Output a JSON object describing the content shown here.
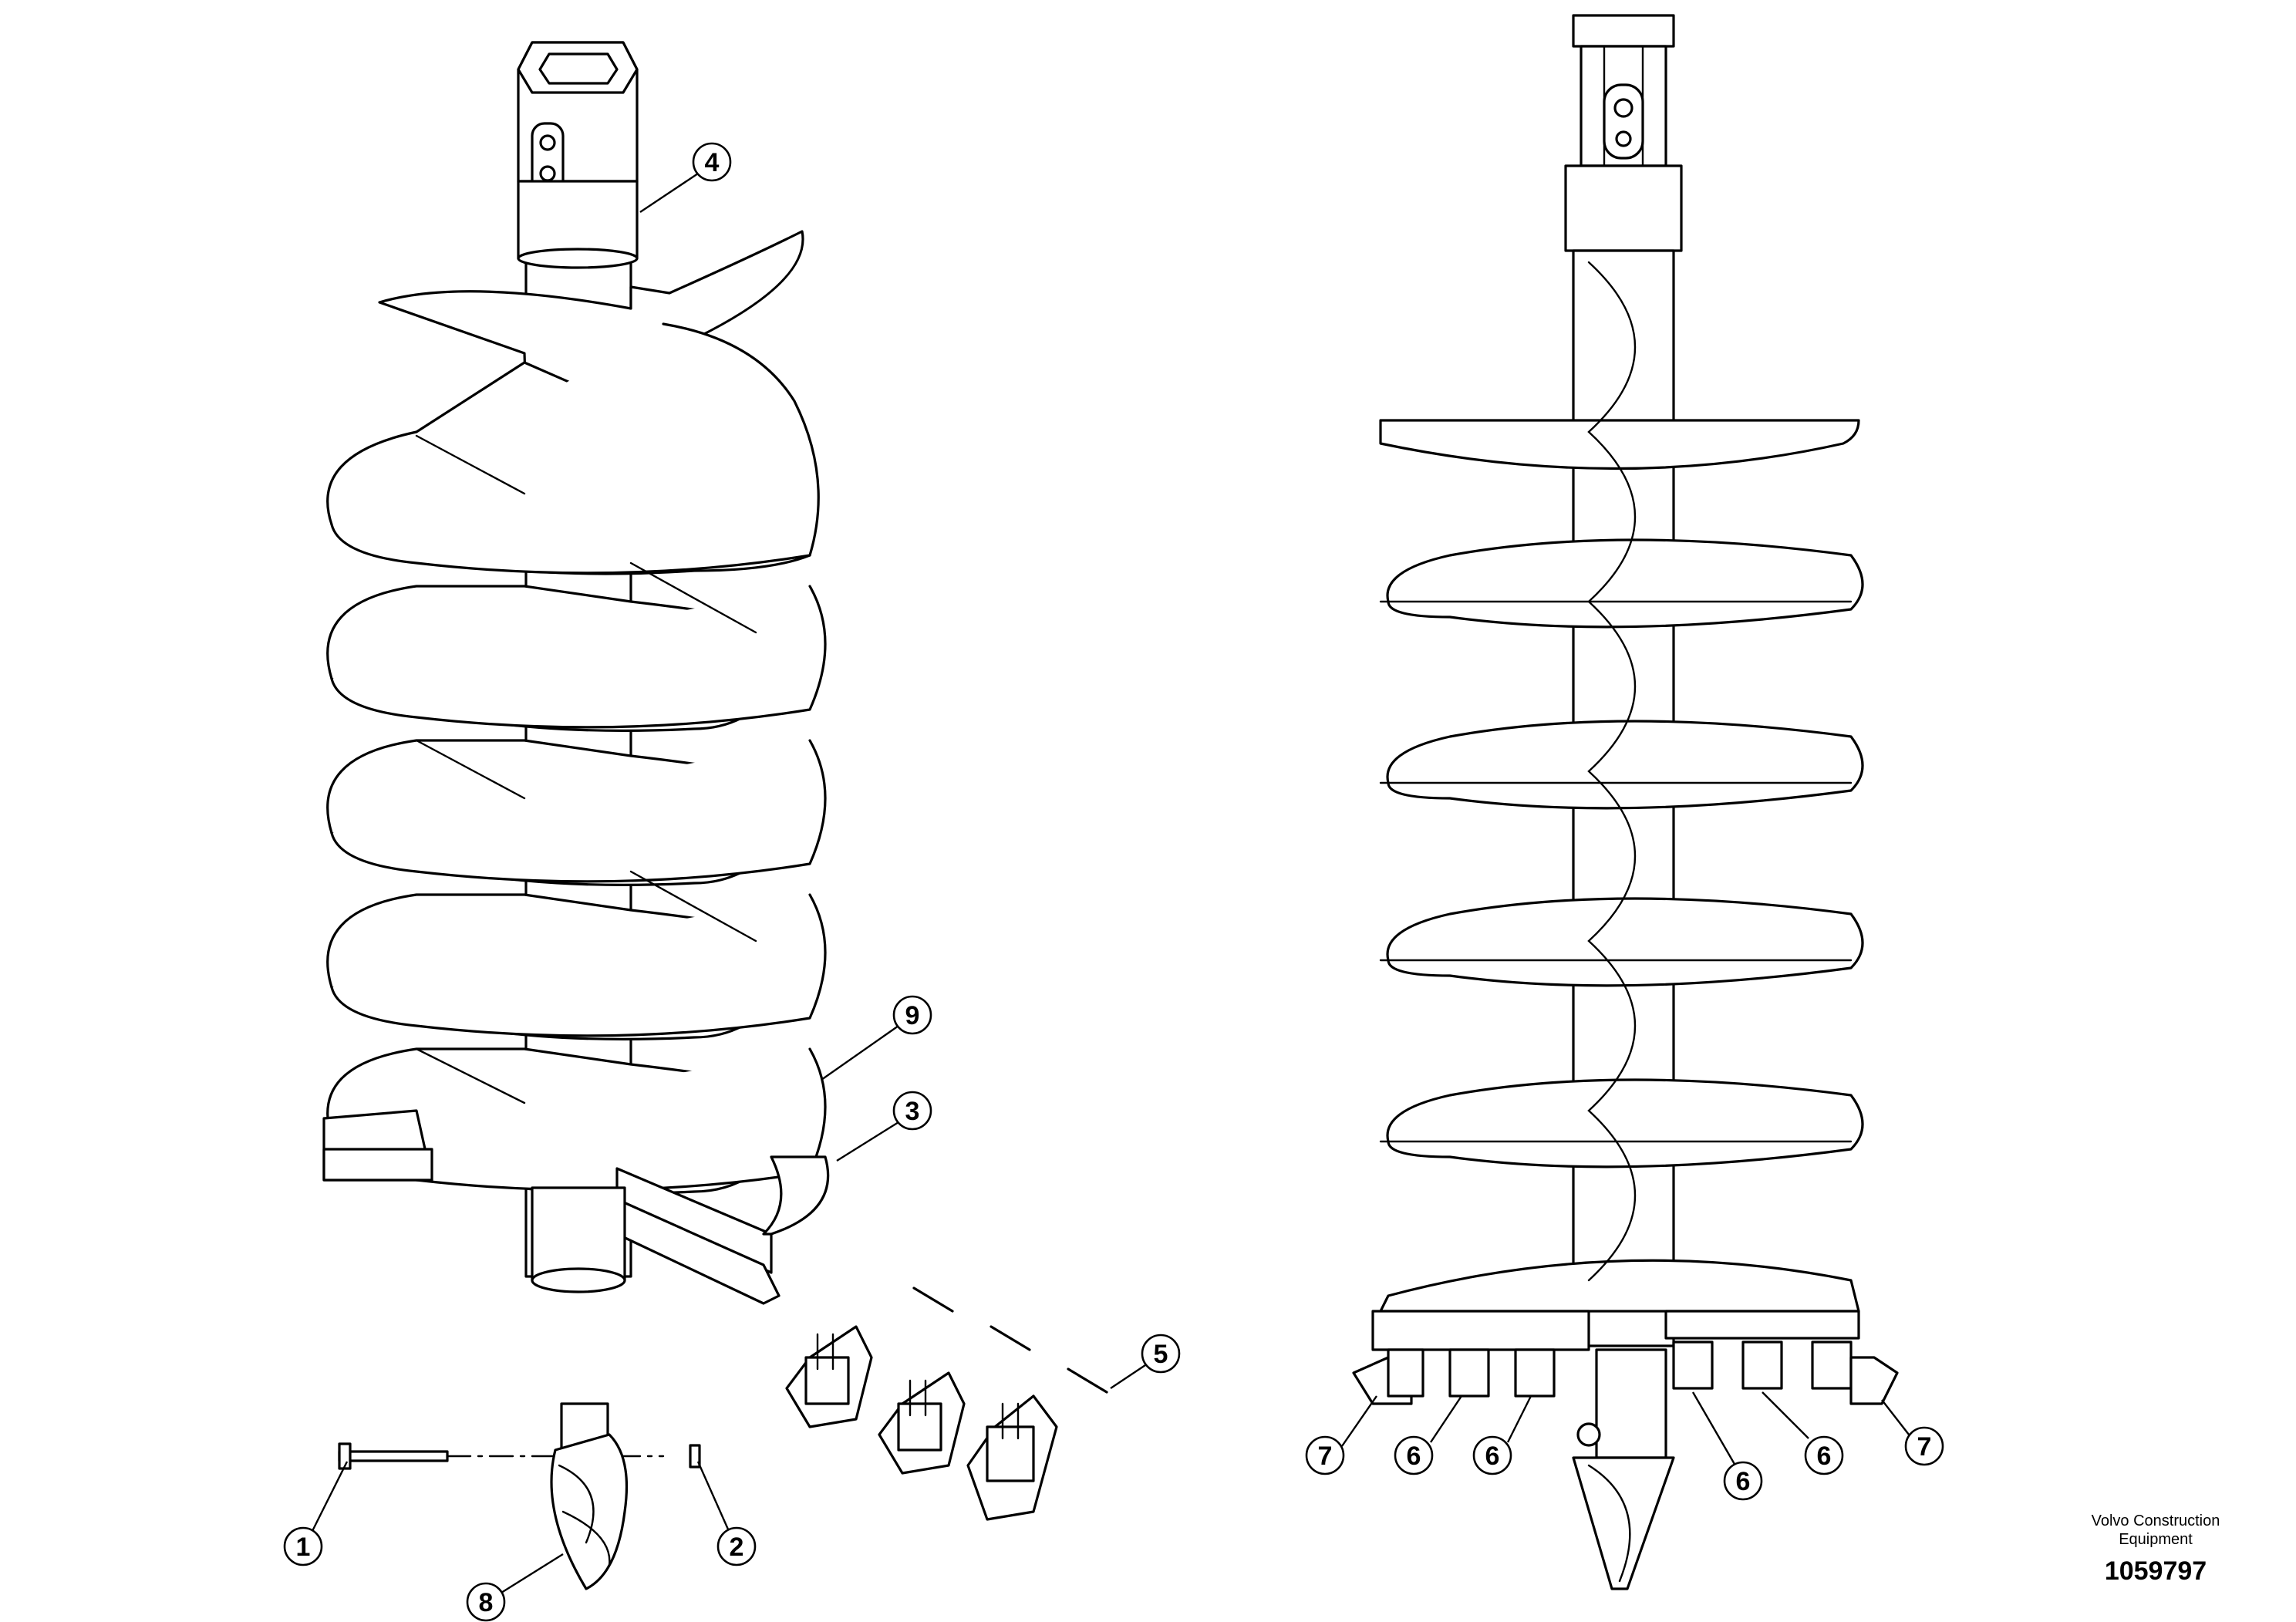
{
  "callouts": [
    {
      "id": "c4",
      "label": "4"
    },
    {
      "id": "c9",
      "label": "9"
    },
    {
      "id": "c3",
      "label": "3"
    },
    {
      "id": "c5",
      "label": "5"
    },
    {
      "id": "c1",
      "label": "1"
    },
    {
      "id": "c2",
      "label": "2"
    },
    {
      "id": "c8",
      "label": "8"
    },
    {
      "id": "c7a",
      "label": "7"
    },
    {
      "id": "c6a",
      "label": "6"
    },
    {
      "id": "c6b",
      "label": "6"
    },
    {
      "id": "c6c",
      "label": "6"
    },
    {
      "id": "c6d",
      "label": "6"
    },
    {
      "id": "c7b",
      "label": "7"
    }
  ],
  "footer": {
    "maker_line1": "Volvo Construction",
    "maker_line2": "Equipment",
    "drawing_number": "1059797"
  }
}
